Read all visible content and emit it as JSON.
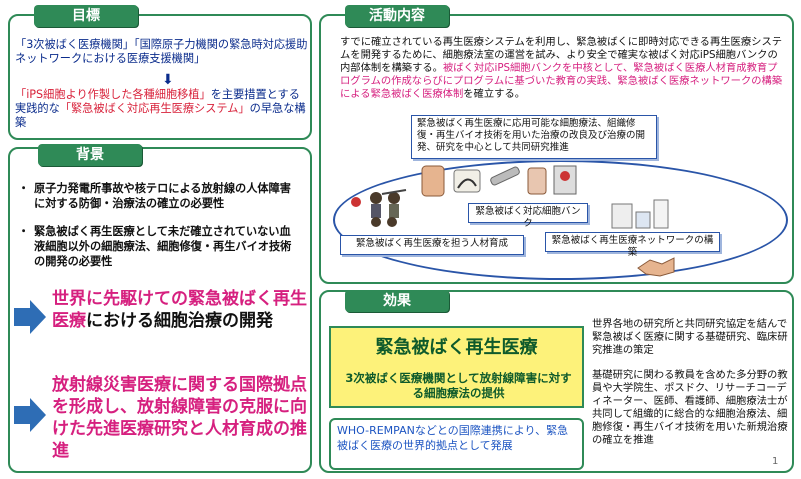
{
  "goal": {
    "header": "目標",
    "line1": "「3次被ばく医療機関」「国際原子力機関の緊急時対応援助ネットワークにおける医療支援機関」",
    "arrow": "⬇",
    "line2_pre": "「iPS細胞より作製した各種細胞移植」",
    "line2_mid": "を主要措置とする実践的な",
    "line2_red": "「緊急被ばく対応再生医療システム」",
    "line2_post": "の早急な構築"
  },
  "background": {
    "header": "背景",
    "bullet_dot": "・",
    "bullet1": "原子力発電所事故や核テロによる放射線の人体障害に対する防御・治療法の確立の必要性",
    "bullet2": "緊急被ばく再生医療として未だ確立されていない血液細胞以外の細胞療法、細胞修復・再生バイオ技術の開発の必要性",
    "big1_pink": "世界に先駆けての緊急被ばく再生医療",
    "big1_black": "における細胞治療の開発",
    "big2": "放射線災害医療に関する国際拠点を形成し、放射線障害の克服に向けた先進医療研究と人材育成の推進"
  },
  "activity": {
    "header": "活動内容",
    "para_black": "すでに確立されている再生医療システムを利用し、緊急被ばくに即時対応できる再生医療システムを開発するために、細胞療法室の運営を試み、より安全で確実な被ばく対応iPS細胞バンクの内部体制を構築する。",
    "para_pink": "被ばく対応iPS細胞バンクを中核として、緊急被ばく医療人材育成教育プログラムの作成ならびにプログラムに基づいた教育の実践、緊急被ばく医療ネットワークの構築による緊急被ばく医療体制",
    "para_end": "を確立する。",
    "box_research": "緊急被ばく再生医療に応用可能な細胞療法、組織修復・再生バイオ技術を用いた治療の改良及び治療の開発、研究を中心として共同研究推進",
    "box_bank": "緊急被ばく対応細胞バンク",
    "box_personnel": "緊急被ばく再生医療を担う人材育成",
    "box_network": "緊急被ばく再生医療ネットワークの構築"
  },
  "effect": {
    "header": "効果",
    "yellow_title": "緊急被ばく再生医療",
    "yellow_sub": "3次被ばく医療機関として放射線障害に対する細胞療法の提供",
    "who": "WHO-REMPANなどとの国際連携により、緊急被ばく医療の世界的拠点として発展",
    "text1": "世界各地の研究所と共同研究協定を結んで緊急被ばく医療に関する基礎研究、臨床研究推進の策定",
    "text2": "基礎研究に関わる教員を含めた多分野の教員や大学院生、ポスドク、リサーチコーディネーター、医師、看護師、細胞療法士が共同して組織的に総合的な細胞治療法、細胞修復・再生バイオ技術を用いた新規治療の確立を推進"
  },
  "page_number": "1",
  "colors": {
    "green": "#2f8a57",
    "navy": "#0b2c8c",
    "red": "#d8213a",
    "pink": "#d6207f",
    "blue": "#2a55a8",
    "yellow": "#fdf27a"
  }
}
